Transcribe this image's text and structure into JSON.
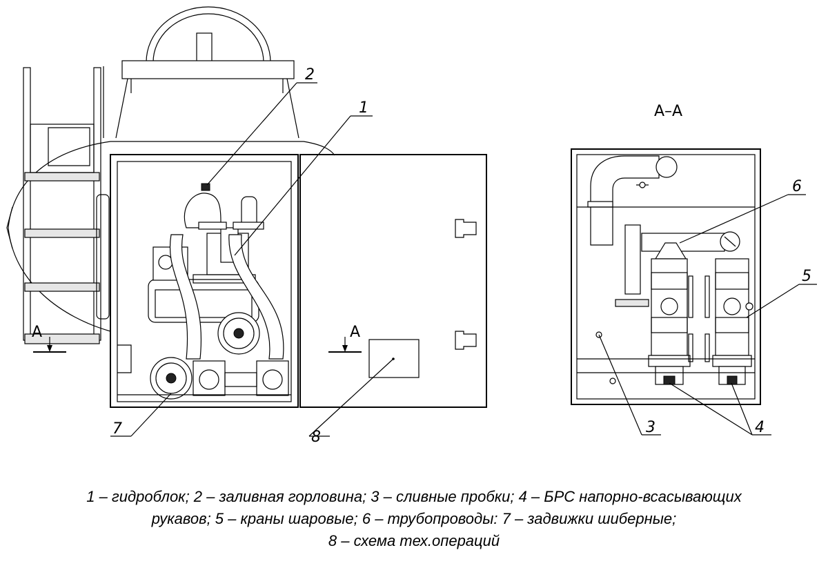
{
  "section_title": "A–A",
  "section_marks": {
    "left": "A",
    "right": "A"
  },
  "callouts": {
    "c1": "1",
    "c2": "2",
    "c3": "3",
    "c4": "4",
    "c5": "5",
    "c6": "6",
    "c7": "7",
    "c8": "8"
  },
  "caption": {
    "line1": "1 – гидроблок; 2 – заливная горловина; 3 – сливные пробки; 4 – БРС напорно-всасывающих",
    "line2": "рукавов; 5 – краны шаровые; 6 – трубопроводы: 7 – задвижки шиберные;",
    "line3": "8 – схема тех.операций"
  }
}
